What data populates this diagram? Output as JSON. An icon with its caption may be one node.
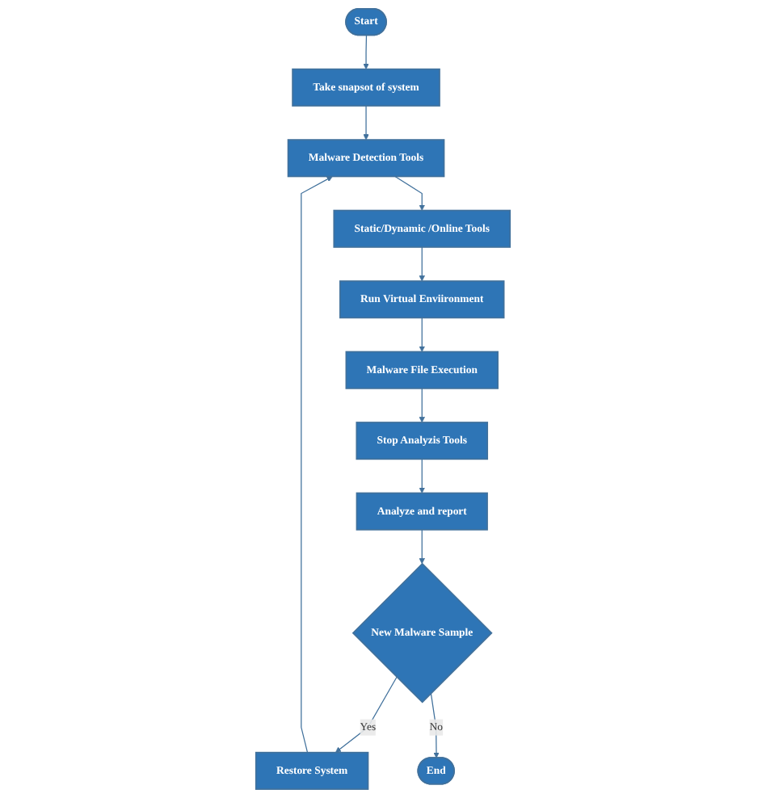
{
  "diagram": {
    "nodes": [
      {
        "text": [
          "Start"
        ]
      },
      {
        "text": [
          "Take snapsot of system"
        ]
      },
      {
        "text": [
          "Malware Detection Tools"
        ]
      },
      {
        "text": [
          "Static/Dynamic /Online Tools"
        ]
      },
      {
        "text": [
          "Run Virtual Enviironment"
        ]
      },
      {
        "text": [
          "Malware File Execution"
        ]
      },
      {
        "text": [
          "Stop Analyzis Tools"
        ]
      },
      {
        "text": [
          "Analyze and report"
        ]
      },
      {
        "text": [
          "New Malware Sample"
        ]
      },
      {
        "text": [
          "Restore System"
        ]
      },
      {
        "text": [
          "End"
        ]
      }
    ],
    "edges": [
      {
        "from": 0,
        "to": 1,
        "arrow": "to"
      },
      {
        "from": 1,
        "to": 2,
        "arrow": "to"
      },
      {
        "from": 2,
        "to": 3,
        "arrow": "to"
      },
      {
        "from": 3,
        "to": 4,
        "arrow": "to"
      },
      {
        "from": 4,
        "to": 5,
        "arrow": "to"
      },
      {
        "from": 5,
        "to": 6,
        "arrow": "to"
      },
      {
        "from": 6,
        "to": 7,
        "arrow": "to"
      },
      {
        "from": 7,
        "to": 8,
        "arrow": "to"
      },
      {
        "from": 8,
        "to": 9,
        "label": "Yes",
        "arrow": "to"
      },
      {
        "from": 8,
        "to": 10,
        "label": "No",
        "arrow": "to"
      },
      {
        "from": 9,
        "to": 2,
        "arrow": "to"
      }
    ]
  }
}
